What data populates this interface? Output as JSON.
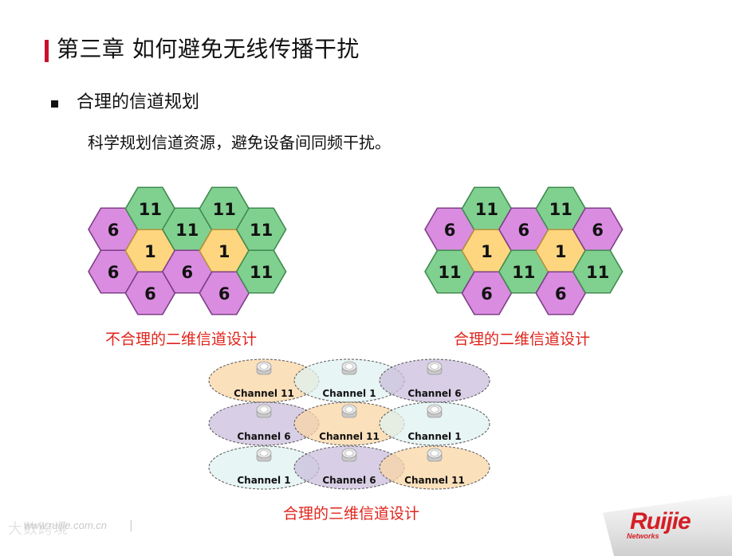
{
  "slide": {
    "title": "第三章 如何避免无线传播干扰",
    "bullet": "合理的信道规划",
    "subtext": "科学规划信道资源，避免设备间同频干扰。"
  },
  "colors": {
    "accent_red": "#c8102e",
    "caption_red": "#e0241b",
    "hex_green": "#80d08f",
    "hex_purple": "#d98ce0",
    "hex_yellow": "#fdd67f",
    "ellipse_orange": "#f9d5a6",
    "ellipse_cyan": "#dff1f0",
    "ellipse_purple": "#cbbedc"
  },
  "diagrams": {
    "bad_2d": {
      "caption": "不合理的二维信道设计",
      "columns": [
        [
          "6",
          "6"
        ],
        [
          "11",
          "1",
          "6"
        ],
        [
          "11",
          "6"
        ],
        [
          "11",
          "1",
          "6"
        ],
        [
          "11",
          "11"
        ]
      ]
    },
    "good_2d": {
      "caption": "合理的二维信道设计",
      "columns": [
        [
          "6",
          "11"
        ],
        [
          "11",
          "1",
          "6"
        ],
        [
          "6",
          "11"
        ],
        [
          "11",
          "1",
          "6"
        ],
        [
          "6",
          "11"
        ]
      ]
    },
    "good_3d": {
      "caption": "合理的三维信道设计",
      "rows": [
        [
          "Channel 11",
          "Channel 1",
          "Channel 6"
        ],
        [
          "Channel 6",
          "Channel 11",
          "Channel 1"
        ],
        [
          "Channel 1",
          "Channel 6",
          "Channel 11"
        ]
      ],
      "ap_icon": "access-point-icon"
    }
  },
  "footer": {
    "url": "www.ruijie.com.cn",
    "separator": "|",
    "watermark": "大数跨境",
    "logo": "Ruijie",
    "logo_sub": "Networks"
  }
}
